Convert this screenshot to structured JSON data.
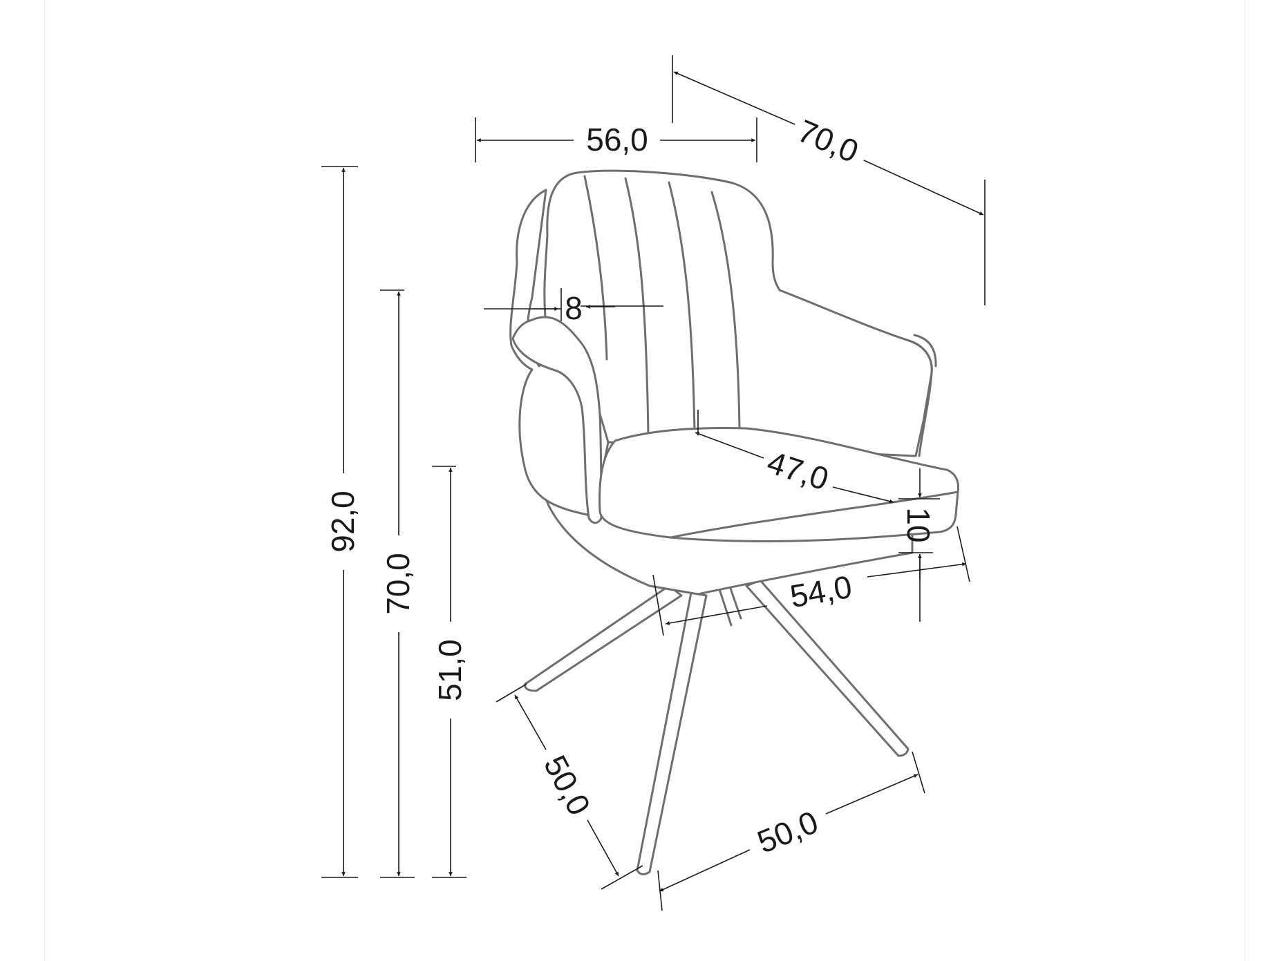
{
  "dimensions": {
    "width": "56,0",
    "depth": "70,0",
    "height_total": "92,0",
    "height_armrest": "70,0",
    "height_seat": "51,0",
    "seat_depth": "47,0",
    "seat_width": "54,0",
    "seat_thickness": "10",
    "back_thickness": "8",
    "base_depth": "50,0",
    "base_width": "50,0"
  },
  "colors": {
    "outline": "#6e6e6e",
    "dimension": "#1a1a1a"
  }
}
